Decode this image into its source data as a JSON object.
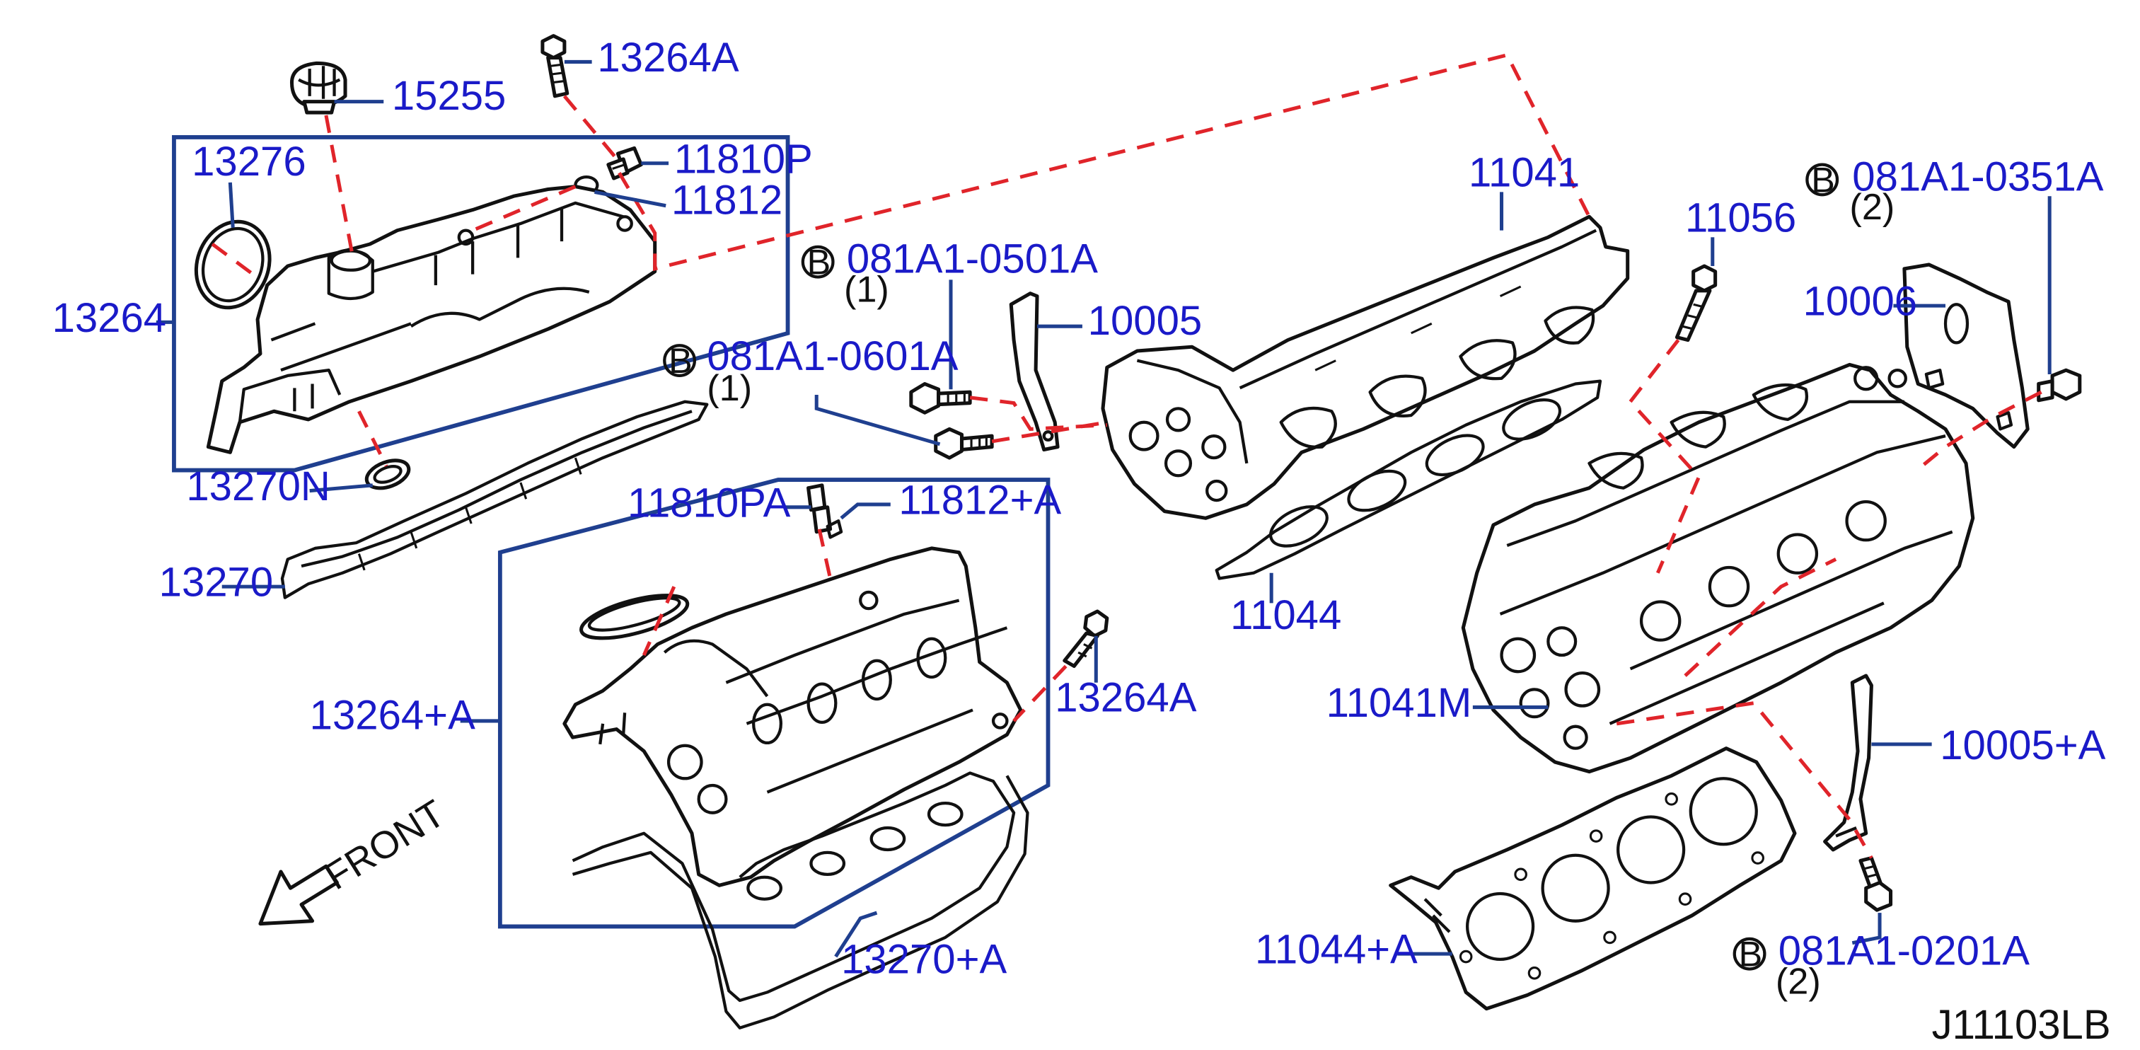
{
  "diagram_code": "J11103LB",
  "front_label": "FRONT",
  "badge_letter": "B",
  "callouts": {
    "c15255": "15255",
    "c13264A_top": "13264A",
    "c11810P": "11810P",
    "c11812": "11812",
    "c13276": "13276",
    "c13264": "13264",
    "c13270N": "13270N",
    "c13270": "13270",
    "c11810PA": "11810PA",
    "c11812A": "11812+A",
    "c13264A_mid": "13264A",
    "c13264plusA": "13264+A",
    "c13270plusA": "13270+A",
    "c11041": "11041",
    "c10005": "10005",
    "c11044": "11044",
    "c11056": "11056",
    "c10006": "10006",
    "c11041M": "11041M",
    "c10005plusA": "10005+A",
    "c11044plusA": "11044+A"
  },
  "bolts": {
    "b0501": {
      "part": "081A1-0501A",
      "qty": "(1)"
    },
    "b0601": {
      "part": "081A1-0601A",
      "qty": "(1)"
    },
    "b0351": {
      "part": "081A1-0351A",
      "qty": "(2)"
    },
    "b0201": {
      "part": "081A1-0201A",
      "qty": "(2)"
    }
  },
  "colors": {
    "label": "#1a1ac8",
    "leader": "#1f3f8f",
    "dashed_connector": "#e0242a",
    "outline": "#111111"
  },
  "icons": [
    "front-arrow-icon",
    "oil-filler-cap-icon",
    "bolt-icon",
    "sensor-icon",
    "o-ring-icon",
    "bracket-icon",
    "head-gasket-icon",
    "cylinder-head-icon",
    "rocker-cover-icon",
    "rocker-gasket-icon"
  ]
}
